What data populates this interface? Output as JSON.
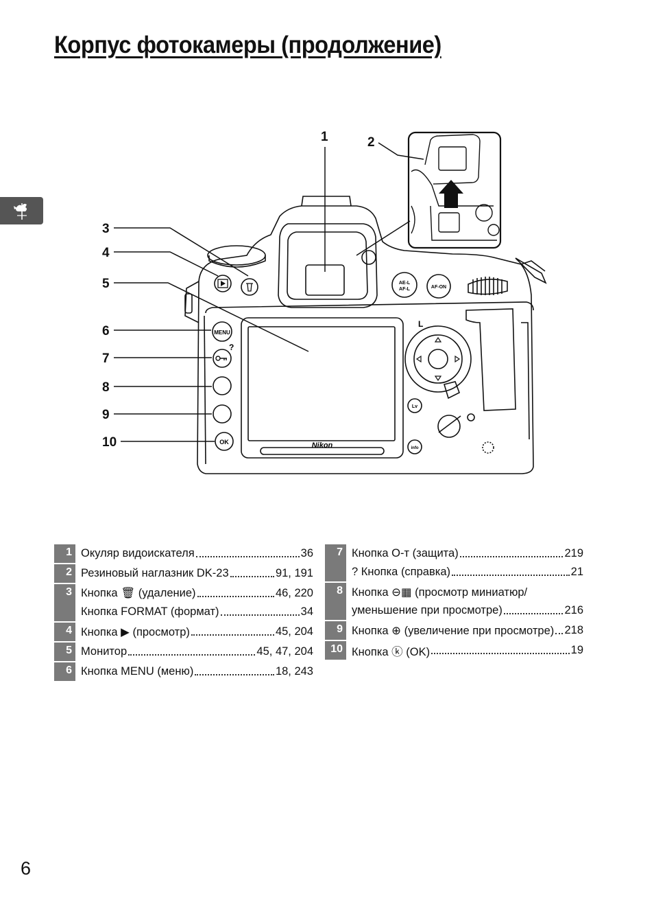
{
  "title": "Корпус фотокамеры (продолжение)",
  "page_number": "6",
  "side_tab_icon": "weathervane-icon",
  "diagram": {
    "brand": "Nikon",
    "callouts": [
      "1",
      "2",
      "3",
      "4",
      "5",
      "6",
      "7",
      "8",
      "9",
      "10"
    ],
    "button_labels": {
      "menu": "MENU",
      "ok": "OK",
      "ael": "AE-L",
      "afl": "AF-L",
      "afon": "AF-ON",
      "lv": "Lv",
      "info": "info",
      "lock_mark": "L",
      "help_mark": "?"
    }
  },
  "legend_left": [
    {
      "num": "1",
      "lines": [
        {
          "text": "Окуляр видоискателя",
          "pages": "36"
        }
      ]
    },
    {
      "num": "2",
      "lines": [
        {
          "text": "Резиновый наглазник DK-23",
          "pages": "91, 191"
        }
      ]
    },
    {
      "num": "3",
      "lines": [
        {
          "text": "Кнопка 🗑 (удаление)",
          "pages": "46, 220"
        },
        {
          "text": "Кнопка FORMAT (формат)",
          "pages": "34"
        }
      ]
    },
    {
      "num": "4",
      "lines": [
        {
          "text": "Кнопка ▶ (просмотр)",
          "pages": "45, 204"
        }
      ]
    },
    {
      "num": "5",
      "lines": [
        {
          "text": "Монитор",
          "pages": "45, 47, 204"
        }
      ]
    },
    {
      "num": "6",
      "lines": [
        {
          "text": "Кнопка MENU (меню)",
          "pages": "18, 243"
        }
      ]
    }
  ],
  "legend_right": [
    {
      "num": "7",
      "lines": [
        {
          "text": "Кнопка О‑т (защита)",
          "pages": "219"
        },
        {
          "text": "? Кнопка (справка)",
          "pages": "21"
        }
      ]
    },
    {
      "num": "8",
      "lines": [
        {
          "text": "Кнопка ⊖▦ (просмотр миниатюр/",
          "pages": ""
        },
        {
          "text": "уменьшение при просмотре)",
          "pages": "216"
        }
      ]
    },
    {
      "num": "9",
      "lines": [
        {
          "text": "Кнопка ⊕ (увеличение при просмотре)",
          "pages": "218"
        }
      ]
    },
    {
      "num": "10",
      "lines": [
        {
          "text": "Кнопка ⓚ (OK)",
          "pages": "19"
        }
      ]
    }
  ]
}
